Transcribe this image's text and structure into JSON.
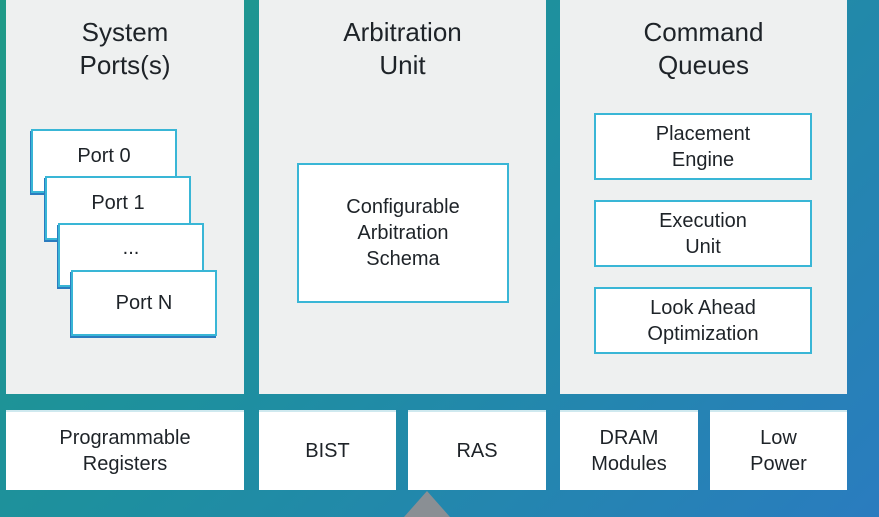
{
  "columns": {
    "system_ports": {
      "title": "System\nPorts(s)",
      "ports": [
        "Port 0",
        "Port 1",
        "...",
        "Port N"
      ]
    },
    "arbitration": {
      "title": "Arbitration\nUnit",
      "box": "Configurable\nArbitration\nSchema"
    },
    "command_queues": {
      "title": "Command\nQueues",
      "boxes": [
        "Placement\nEngine",
        "Execution\nUnit",
        "Look Ahead\nOptimization"
      ]
    }
  },
  "bottom_row": [
    "Programmable\nRegisters",
    "BIST",
    "RAS",
    "DRAM\nModules",
    "Low\nPower"
  ],
  "colors": {
    "panel": "#eef0f0",
    "box_border": "#39b6d6",
    "background_start": "#1f9a87",
    "background_end": "#2a7cbf",
    "pointer": "#8a8f94"
  }
}
